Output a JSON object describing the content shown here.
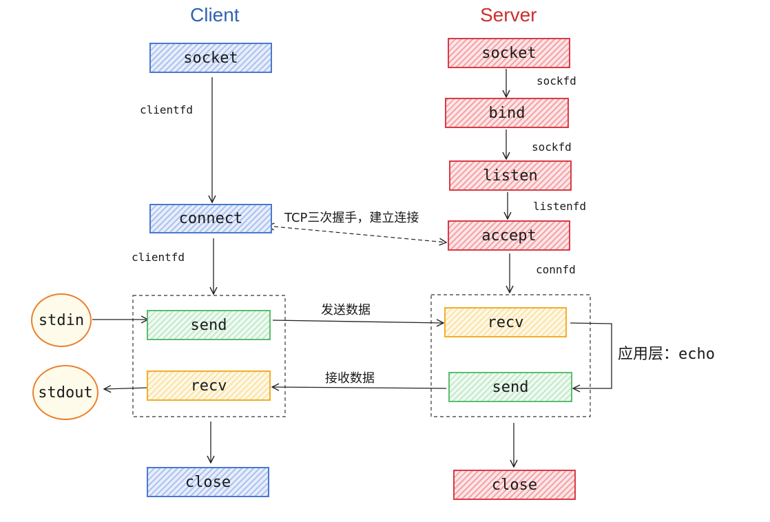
{
  "client": {
    "title": "Client",
    "title_color": "#2f64b0",
    "socket": "socket",
    "connect": "connect",
    "send": "send",
    "recv": "recv",
    "close": "close",
    "label_fd_1": "clientfd",
    "label_fd_2": "clientfd"
  },
  "server": {
    "title": "Server",
    "title_color": "#cc2e2e",
    "socket": "socket",
    "bind": "bind",
    "listen": "listen",
    "accept": "accept",
    "recv": "recv",
    "send": "send",
    "close": "close",
    "label_sockfd_1": "sockfd",
    "label_sockfd_2": "sockfd",
    "label_listenfd": "listenfd",
    "label_connfd": "connfd"
  },
  "io": {
    "stdin": "stdin",
    "stdout": "stdout"
  },
  "edges": {
    "handshake": "TCP三次握手，建立连接",
    "send_data": "发送数据",
    "recv_data": "接收数据",
    "app_layer_prefix": "应用层：",
    "app_layer_echo": "echo"
  }
}
